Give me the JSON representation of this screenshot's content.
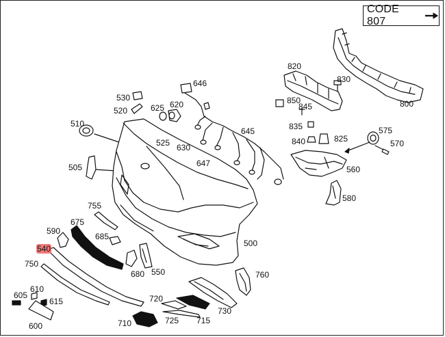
{
  "code_box": {
    "text": "CODE 807",
    "arrow_icon": "arrow-right-icon"
  },
  "highlight_color": "#f07a7a",
  "callouts": [
    "820",
    "830",
    "800",
    "850",
    "845",
    "835",
    "840",
    "825",
    "575",
    "570",
    "560",
    "580",
    "646",
    "645",
    "647",
    "630",
    "530",
    "520",
    "625",
    "620",
    "510",
    "525",
    "505",
    "755",
    "675",
    "685",
    "590",
    "540",
    "750",
    "680",
    "550",
    "500",
    "760",
    "605",
    "610",
    "615",
    "600",
    "720",
    "710",
    "725",
    "715",
    "730"
  ],
  "highlighted_callout": "540"
}
